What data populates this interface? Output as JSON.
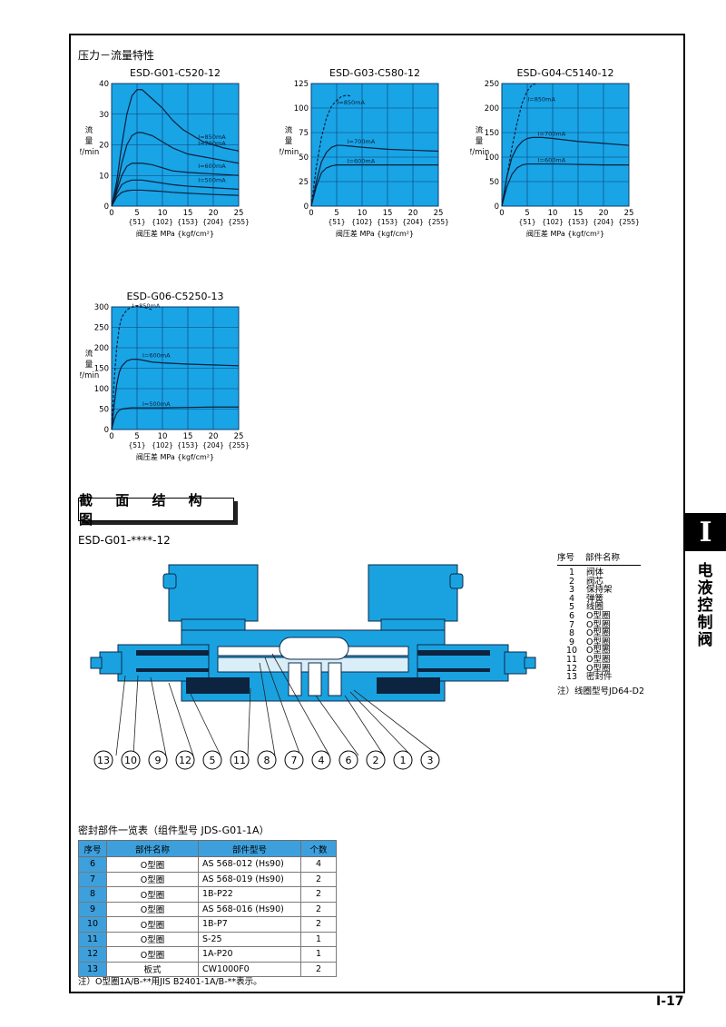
{
  "section1_title": "压力－流量特性",
  "section2_title": "截 面 结 构 图",
  "section2_model": "ESD-G01-****-12",
  "axis_ylabel": [
    "流",
    "量",
    "ℓ/min"
  ],
  "axis_xlabel": "阀压差 MPa {kgf/cm²}",
  "x_ticks": [
    "0",
    "5",
    "10",
    "15",
    "20",
    "25"
  ],
  "x_ticks_kgf": [
    "{51}",
    "{102}",
    "{153}",
    "{204}",
    "{255}"
  ],
  "chart_data": [
    {
      "type": "line",
      "title": "ESD-G01-C520-12",
      "ylim": [
        0,
        40
      ],
      "yticks": [
        0,
        10,
        20,
        30,
        40
      ],
      "xlim": [
        0,
        25
      ],
      "grid": true,
      "series": [
        {
          "name": "I=850mA",
          "x": [
            0,
            1,
            2,
            3,
            4,
            5,
            6,
            8,
            10,
            12,
            14,
            16,
            18,
            20,
            22,
            25
          ],
          "y": [
            0,
            8,
            20,
            30,
            36,
            38,
            38,
            35,
            32,
            28,
            25,
            23,
            21,
            20,
            19,
            18
          ]
        },
        {
          "name": "I=700mA",
          "x": [
            0,
            1,
            2,
            3,
            4,
            5,
            6,
            8,
            10,
            12,
            15,
            20,
            25
          ],
          "y": [
            0,
            6,
            14,
            20,
            23,
            24,
            24,
            23,
            21,
            19,
            17,
            15.5,
            14
          ]
        },
        {
          "name": "I=600mA",
          "x": [
            0,
            1,
            2,
            3,
            4,
            5,
            6,
            8,
            10,
            12,
            15,
            20,
            25
          ],
          "y": [
            0,
            5,
            10,
            13,
            14,
            14,
            14,
            13.5,
            12.5,
            11.5,
            11,
            10.5,
            10
          ]
        },
        {
          "name": "I=500mA",
          "x": [
            0,
            1,
            2,
            3,
            4,
            5,
            6,
            8,
            10,
            12,
            15,
            20,
            25
          ],
          "y": [
            0,
            4,
            7,
            8,
            8.5,
            8.5,
            8.5,
            8,
            7.5,
            7,
            6.5,
            6,
            5.5
          ]
        },
        {
          "name": "",
          "x": [
            0,
            1,
            2,
            3,
            4,
            5,
            6,
            8,
            10,
            12,
            15,
            20,
            25
          ],
          "y": [
            0,
            3,
            4.5,
            5,
            5.2,
            5.2,
            5.2,
            5,
            4.8,
            4.5,
            4.2,
            3.8,
            3.5
          ]
        }
      ]
    },
    {
      "type": "line",
      "title": "ESD-G03-C580-12",
      "ylim": [
        0,
        125
      ],
      "yticks": [
        0,
        25,
        50,
        75,
        100,
        125
      ],
      "xlim": [
        0,
        25
      ],
      "grid": true,
      "series": [
        {
          "name": "I=850mA",
          "dashed": true,
          "x": [
            0,
            1,
            2,
            3,
            4,
            5,
            6,
            7,
            8
          ],
          "y": [
            0,
            40,
            70,
            90,
            102,
            108,
            112,
            113,
            112
          ]
        },
        {
          "name": "I=700mA",
          "x": [
            0,
            1,
            2,
            3,
            4,
            5,
            6,
            8,
            10,
            15,
            20,
            25
          ],
          "y": [
            0,
            25,
            45,
            55,
            60,
            62,
            62,
            61,
            60,
            58,
            57,
            56
          ]
        },
        {
          "name": "I=600mA",
          "x": [
            0,
            1,
            2,
            3,
            4,
            5,
            6,
            8,
            10,
            15,
            20,
            25
          ],
          "y": [
            0,
            20,
            34,
            39,
            41,
            42,
            42,
            42,
            42,
            42,
            42,
            42
          ]
        }
      ]
    },
    {
      "type": "line",
      "title": "ESD-G04-C5140-12",
      "ylim": [
        0,
        250
      ],
      "yticks": [
        0,
        50,
        100,
        150,
        200,
        250
      ],
      "xlim": [
        0,
        25
      ],
      "grid": true,
      "series": [
        {
          "name": "I=850mA",
          "dashed": true,
          "x": [
            0,
            1,
            2,
            3,
            4,
            5,
            6,
            7
          ],
          "y": [
            0,
            60,
            120,
            170,
            210,
            235,
            248,
            250
          ]
        },
        {
          "name": "I=700mA",
          "x": [
            0,
            1,
            2,
            3,
            4,
            5,
            6,
            8,
            10,
            15,
            20,
            25
          ],
          "y": [
            0,
            60,
            100,
            120,
            132,
            138,
            140,
            140,
            138,
            132,
            128,
            124
          ]
        },
        {
          "name": "I=600mA",
          "x": [
            0,
            1,
            2,
            3,
            4,
            5,
            6,
            8,
            10,
            15,
            20,
            25
          ],
          "y": [
            0,
            40,
            65,
            78,
            84,
            86,
            86,
            86,
            86,
            85,
            84,
            84
          ]
        }
      ]
    },
    {
      "type": "line",
      "title": "ESD-G06-C5250-13",
      "ylim": [
        0,
        300
      ],
      "yticks": [
        0,
        50,
        100,
        150,
        200,
        250,
        300
      ],
      "xlim": [
        0,
        25
      ],
      "grid": true,
      "series": [
        {
          "name": "I=850mA",
          "dashed": true,
          "x": [
            0,
            0.5,
            1,
            1.5,
            2,
            3,
            4,
            5,
            6,
            7,
            8
          ],
          "y": [
            0,
            120,
            200,
            250,
            275,
            293,
            300,
            302,
            300,
            297,
            293
          ]
        },
        {
          "name": "I=600mA",
          "x": [
            0,
            0.5,
            1,
            1.5,
            2,
            3,
            4,
            5,
            6,
            8,
            10,
            15,
            20,
            25
          ],
          "y": [
            0,
            60,
            110,
            140,
            155,
            168,
            172,
            172,
            170,
            165,
            163,
            160,
            158,
            156
          ]
        },
        {
          "name": "I=500mA",
          "x": [
            0,
            0.5,
            1,
            1.5,
            2,
            3,
            4,
            5,
            6,
            8,
            10,
            15,
            20,
            25
          ],
          "y": [
            0,
            25,
            40,
            47,
            50,
            52,
            53,
            53,
            53,
            53,
            53,
            54,
            55,
            55
          ]
        }
      ]
    }
  ],
  "parts_list": {
    "header": [
      "序号",
      "部件名称"
    ],
    "rows": [
      [
        "1",
        "阀体"
      ],
      [
        "2",
        "阀芯"
      ],
      [
        "3",
        "保持架"
      ],
      [
        "4",
        "弹簧"
      ],
      [
        "5",
        "线圈"
      ],
      [
        "6",
        "O型圈"
      ],
      [
        "7",
        "O型圈"
      ],
      [
        "8",
        "O型圈"
      ],
      [
        "9",
        "O型圈"
      ],
      [
        "10",
        "O型圈"
      ],
      [
        "11",
        "O型圈"
      ],
      [
        "12",
        "O型圈"
      ],
      [
        "13",
        "密封件"
      ]
    ],
    "note": "注）线圈型号JD64-D2"
  },
  "callouts": [
    "13",
    "10",
    "9",
    "12",
    "5",
    "11",
    "8",
    "7",
    "4",
    "6",
    "2",
    "1",
    "3"
  ],
  "seal_table": {
    "title": "密封部件一览表（组件型号 JDS-G01-1A）",
    "headers": [
      "序号",
      "部件名称",
      "部件型号",
      "个数"
    ],
    "rows": [
      [
        "6",
        "O型圈",
        "AS 568-012 (Hs90)",
        "4"
      ],
      [
        "7",
        "O型圈",
        "AS 568-019 (Hs90)",
        "2"
      ],
      [
        "8",
        "O型圈",
        "1B-P22",
        "2"
      ],
      [
        "9",
        "O型圈",
        "AS 568-016 (Hs90)",
        "2"
      ],
      [
        "10",
        "O型圈",
        "1B-P7",
        "2"
      ],
      [
        "11",
        "O型圈",
        "S-25",
        "1"
      ],
      [
        "12",
        "O型圈",
        "1A-P20",
        "1"
      ],
      [
        "13",
        "板式",
        "CW1000F0",
        "2"
      ]
    ],
    "note": "注）O型圈1A/B-**用JIS B2401-1A/B-**表示。"
  },
  "side_tab": {
    "letter": "I",
    "text": [
      "电",
      "液",
      "控",
      "制",
      "阀"
    ]
  },
  "page_number": "I-17",
  "colors": {
    "chart_bg": "#19a4e6",
    "grid": "#0a3d6e",
    "line": "#0b1f3a",
    "table_head": "#3da0dc",
    "valve_body": "#1aa2e0"
  }
}
